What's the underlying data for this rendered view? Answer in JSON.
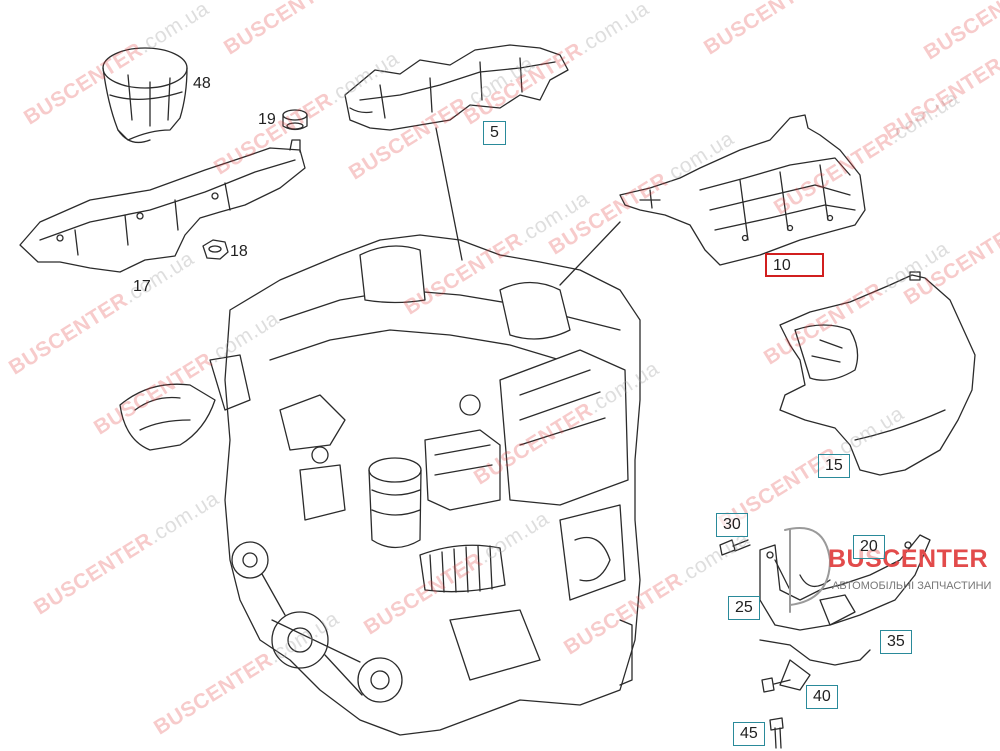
{
  "watermark": {
    "brand": "BUSCENTER",
    "domain": ".com.ua"
  },
  "logo": {
    "brand": "BUSCENTER",
    "subtitle": "АВТОМОБІЛЬНІ ЗАПЧАСТИНИ"
  },
  "parts": {
    "p48": "48",
    "p19": "19",
    "p18": "18",
    "p17": "17",
    "p5": "5",
    "p10": "10",
    "p15": "15",
    "p30": "30",
    "p20": "20",
    "p25": "25",
    "p35": "35",
    "p40": "40",
    "p45": "45"
  },
  "highlight": {
    "part": "10",
    "color": "#d11f1f"
  },
  "colors": {
    "callout_border": "#2a8a9a",
    "watermark": "#e24b4b",
    "line_art": "#2b2b2b"
  }
}
